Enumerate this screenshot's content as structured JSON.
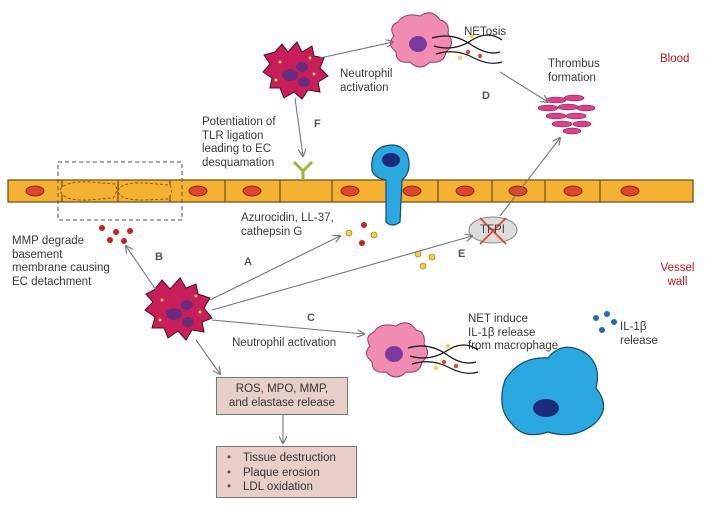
{
  "labels": {
    "netosis": "NETosis",
    "neutrophil_activation_top": "Neutrophil\nactivation",
    "thrombus": "Thrombus\nformation",
    "blood": "Blood",
    "tlr": "Potentiation of\nTLR ligation\nleading to EC\ndesquamation",
    "azurocidin": "Azurocidin, LL-37,\ncathepsin G",
    "mmp": "MMP degrade\nbasement\nmembrane causing\nEC detachment",
    "vessel_wall": "Vessel\nwall",
    "tfpi": "TFPI",
    "net_induce": "NET induce\nIL-1β release\nfrom macrophage",
    "il1b": "IL-1β\nrelease",
    "neutrophil_activation_bottom": "Neutrophil activation"
  },
  "letters": {
    "a": "A",
    "b": "B",
    "c": "C",
    "d": "D",
    "e": "E",
    "f": "F"
  },
  "box1": "ROS, MPO, MMP,\nand elastase release",
  "box2_items": [
    "Tissue destruction",
    "Plaque erosion",
    "LDL oxidation"
  ],
  "colors": {
    "endothelium": "#f5b232",
    "nucleus": "#e0462b",
    "neutrophil": "#c81e5a",
    "net_neutrophil": "#f08cb0",
    "macrophage": "#2aa9e0",
    "thrombus": "#d9418a",
    "region_text": "#c0161c",
    "box_fill": "#e8cfc7"
  }
}
